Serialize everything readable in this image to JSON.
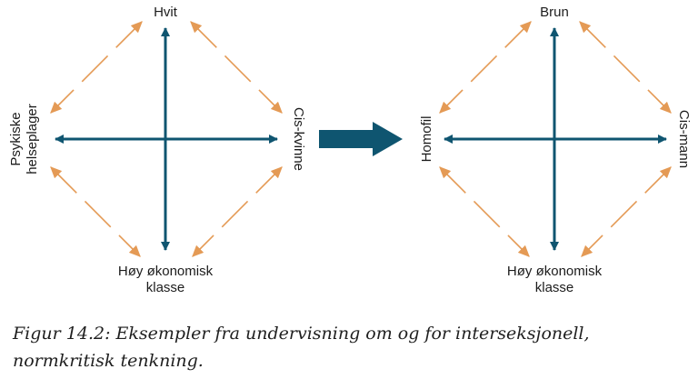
{
  "colors": {
    "axis": "#0f5570",
    "diagonal": "#e49a55",
    "transition_arrow": "#0f5570",
    "text": "#1c1c1c"
  },
  "left_diagram": {
    "top": "Hvit",
    "left_line1": "Psykiske",
    "left_line2": "helseplager",
    "right": "Cis-kvinne",
    "bottom_line1": "Høy økonomisk",
    "bottom_line2": "klasse"
  },
  "right_diagram": {
    "top": "Brun",
    "left": "Homofil",
    "right": "Cis-mann",
    "bottom_line1": "Høy økonomisk",
    "bottom_line2": "klasse"
  },
  "caption": "Figur 14.2: Eksempler fra undervisning om og for interseksjonell, normkritisk tenkning."
}
